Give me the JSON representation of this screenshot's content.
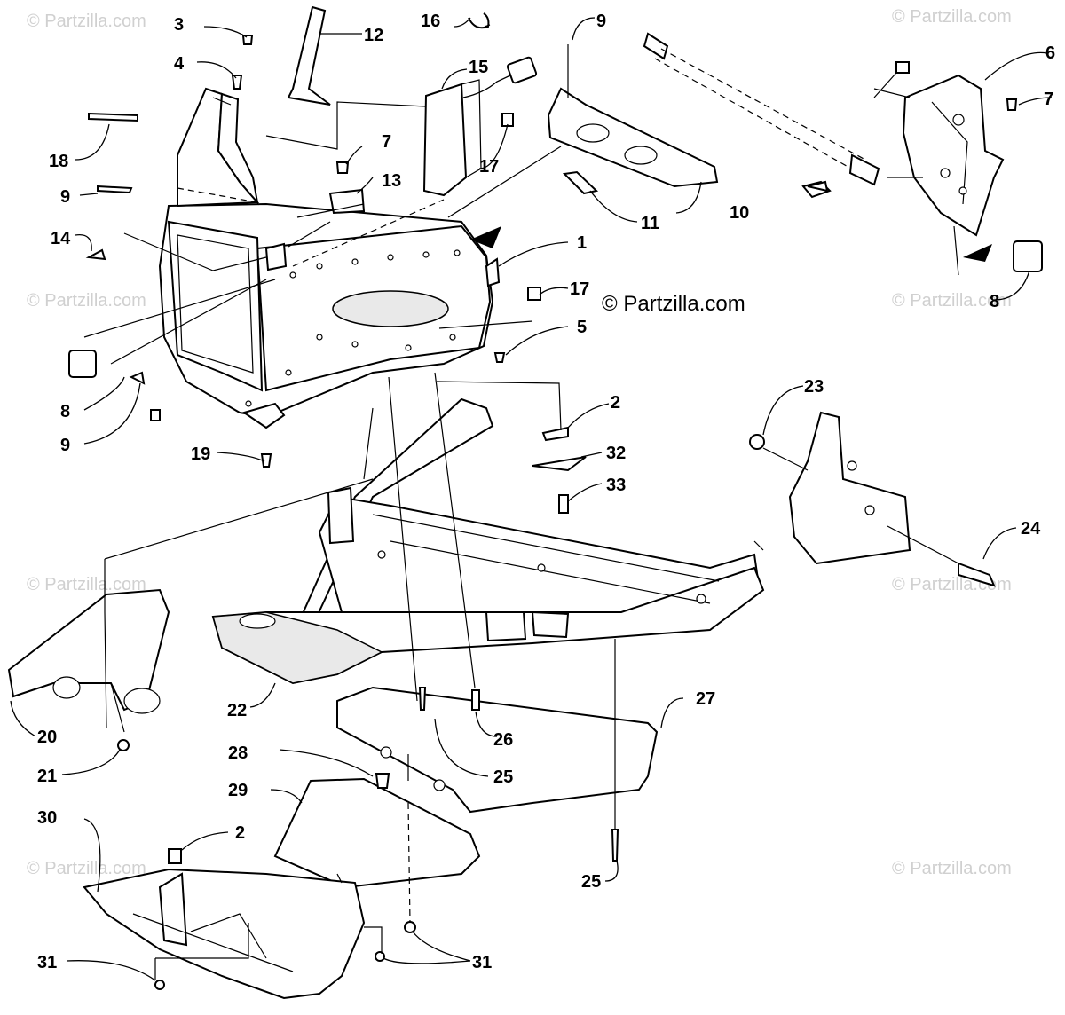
{
  "copyright": "© Partzilla.com",
  "watermark": "© Partzilla.com",
  "callouts": [
    "1",
    "2",
    "3",
    "4",
    "5",
    "6",
    "7",
    "8",
    "9",
    "10",
    "11",
    "12",
    "13",
    "14",
    "15",
    "16",
    "17",
    "18",
    "19",
    "20",
    "21",
    "22",
    "23",
    "24",
    "25",
    "26",
    "27",
    "28",
    "29",
    "30",
    "31",
    "32",
    "33"
  ]
}
